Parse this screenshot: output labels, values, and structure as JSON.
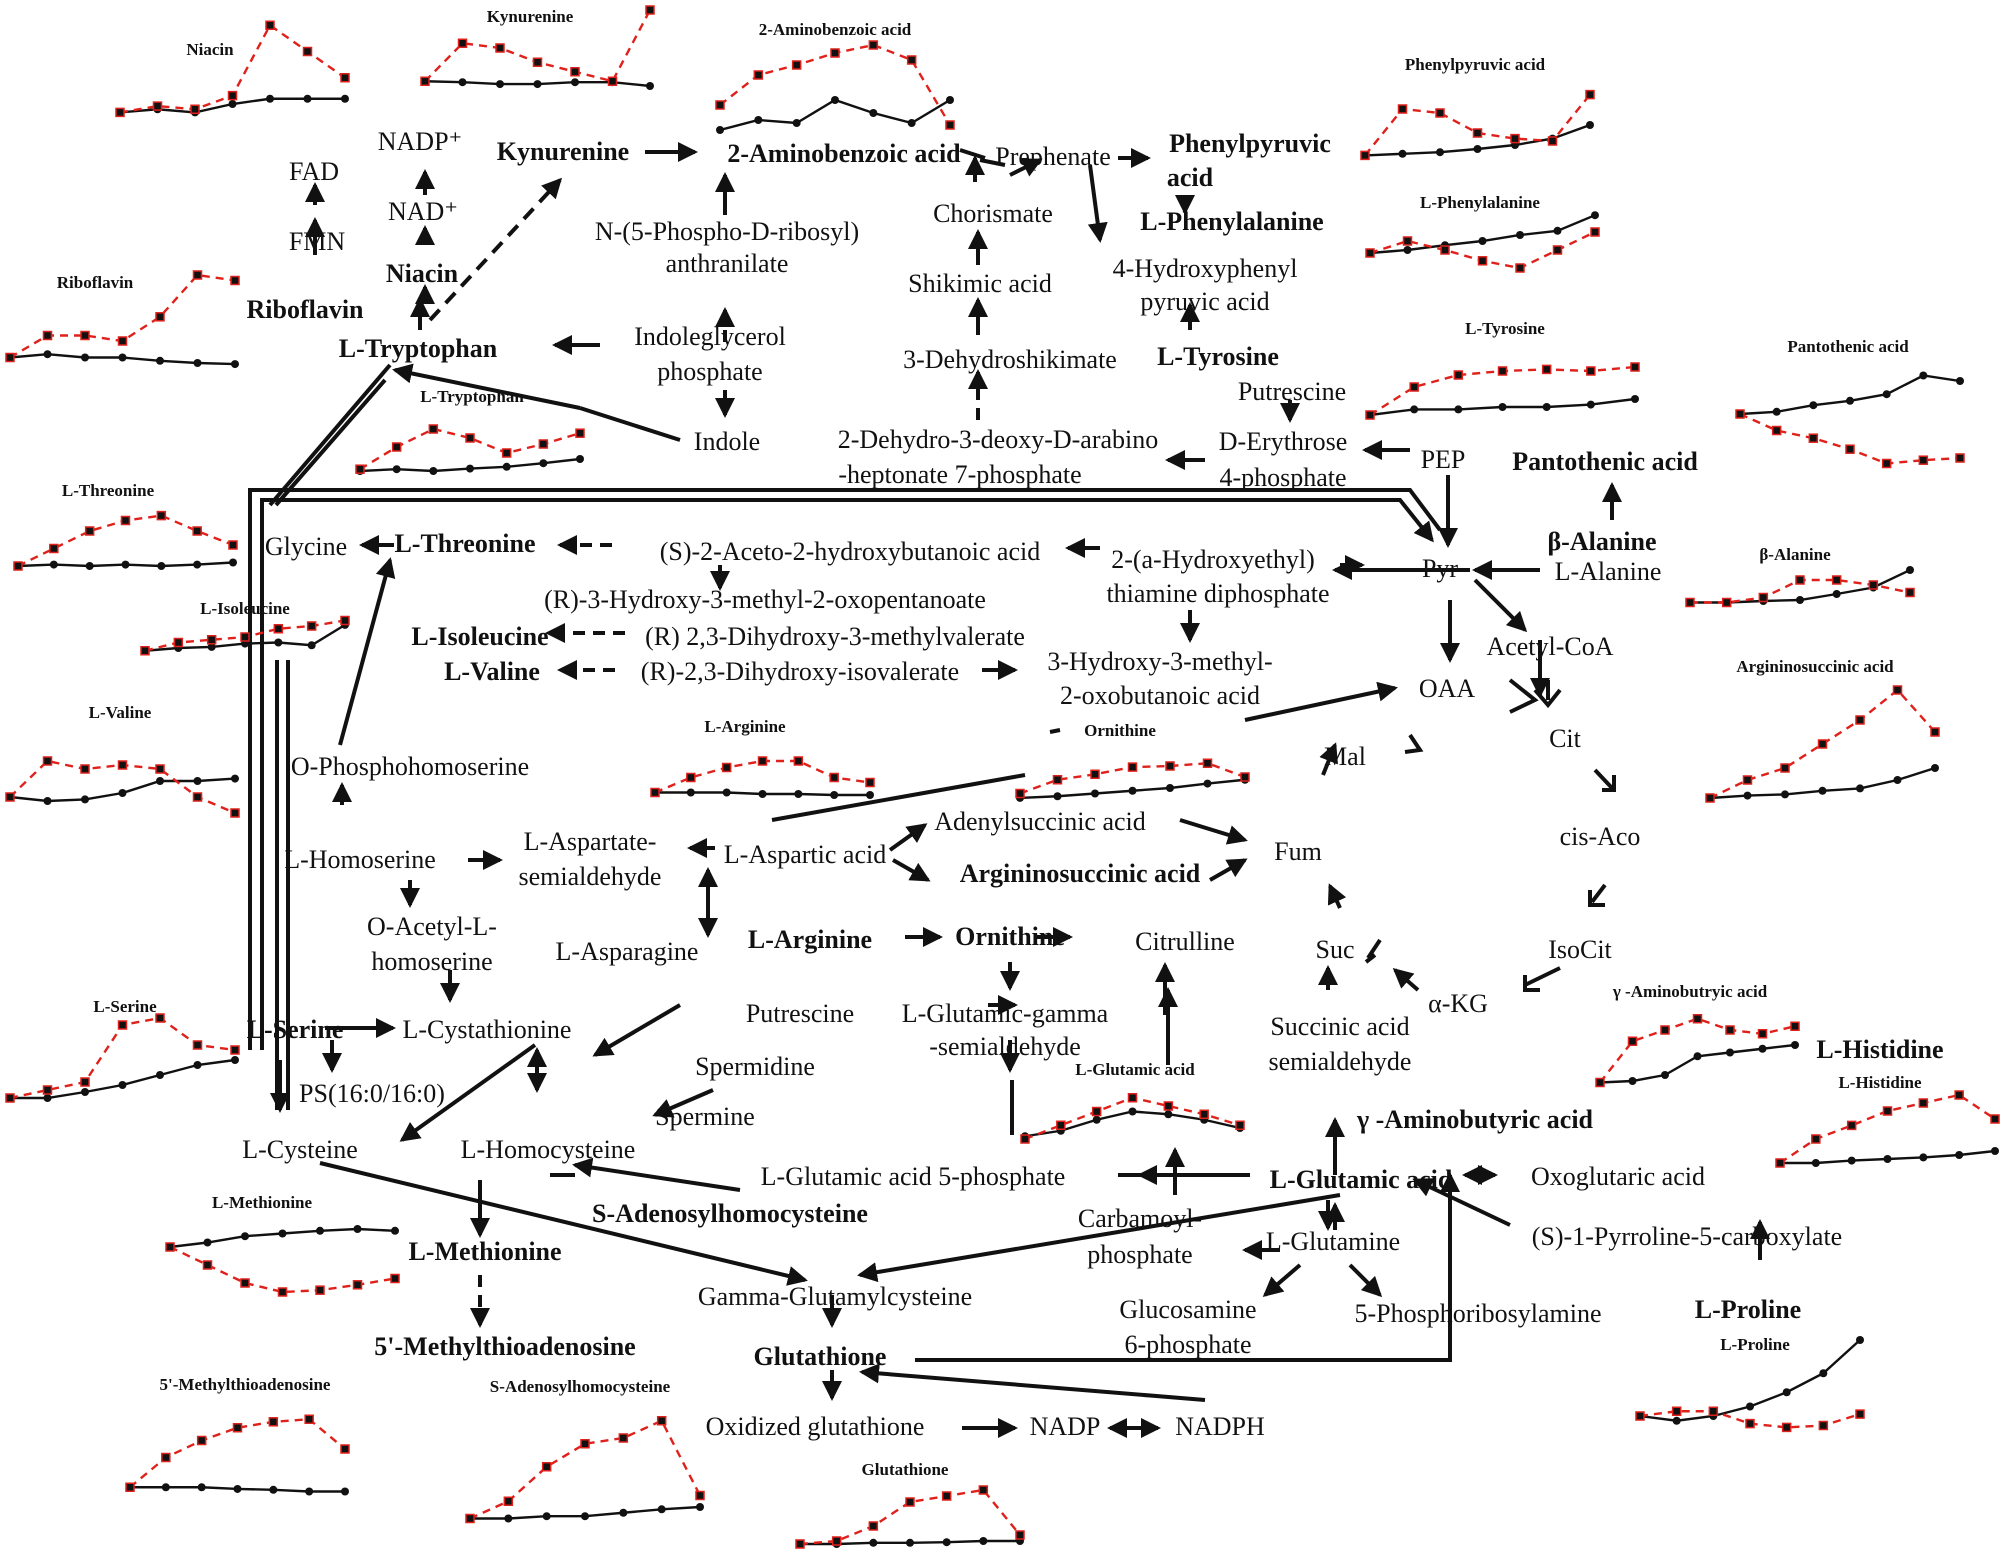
{
  "colors": {
    "control": "#111111",
    "treatment": "#e0201a",
    "background": "#ffffff"
  },
  "nodes": {
    "nadp_plus": "NADP⁺",
    "fad": "FAD",
    "nad_plus": "NAD⁺",
    "fmn": "FMN",
    "niacin": "Niacin",
    "riboflavin": "Riboflavin",
    "l_tryptophan": "L-Tryptophan",
    "kynurenine": "Kynurenine",
    "aminobenzoic": "2-Aminobenzoic acid",
    "prs_anthranilate_1": "N-(5-Phospho-D-ribosyl)",
    "prs_anthranilate_2": "anthranilate",
    "indoleglycerol_1": "Indoleglycerol",
    "indoleglycerol_2": "phosphate",
    "indole": "Indole",
    "prephenate": "Prephenate",
    "chorismate": "Chorismate",
    "shikimic": "Shikimic acid",
    "dehydroshikimate": "3-Dehydroshikimate",
    "dahp_1": "2-Dehydro-3-deoxy-D-arabino",
    "dahp_2": "-heptonate 7-phosphate",
    "phenylpyruvic_1": "Phenylpyruvic",
    "phenylpyruvic_2": "acid",
    "l_phenylalanine": "L-Phenylalanine",
    "hpp_1": "4-Hydroxyphenyl",
    "hpp_2": "pyruvic acid",
    "l_tyrosine": "L-Tyrosine",
    "putrescine_top": "Putrescine",
    "erythrose_1": "D-Erythrose",
    "erythrose_2": "4-phosphate",
    "pep": "PEP",
    "pantothenic": "Pantothenic acid",
    "beta_alanine": "β-Alanine",
    "l_alanine": "L-Alanine",
    "pyr": "Pyr",
    "acetyl_coa": "Acetyl-CoA",
    "oaa": "OAA",
    "cit": "Cit",
    "cis_aco": "cis-Aco",
    "isocit": "IsoCit",
    "akg": "α-KG",
    "mal": "Mal",
    "fum": "Fum",
    "suc": "Suc",
    "ssa_1": "Succinic acid",
    "ssa_2": "semialdehyde",
    "gaba": "γ -Aminobutyric acid",
    "glycine": "Glycine",
    "l_threonine": "L-Threonine",
    "acetohydroxybutanoate": "(S)-2-Aceto-2-hydroxybutanoic acid",
    "hethdp_1": "2-(a-Hydroxyethyl)",
    "hethdp_2": "thiamine diphosphate",
    "r3h3m": "(R)-3-Hydroxy-3-methyl-2-oxopentanoate",
    "l_isoleucine": "L-Isoleucine",
    "dihydroxymethylvalerate": "(R) 2,3-Dihydroxy-3-methylvalerate",
    "l_valine": "L-Valine",
    "dihydroxyisovalerate": "(R)-2,3-Dihydroxy-isovalerate",
    "h3m_1": "3-Hydroxy-3-methyl-",
    "h3m_2": "2-oxobutanoic acid",
    "o_phosphohomoserine": "O-Phosphohomoserine",
    "l_homoserine": "L-Homoserine",
    "asa_1": "L-Aspartate-",
    "asa_2": "semialdehyde",
    "l_aspartic": "L-Aspartic acid",
    "adenylsuccinic": "Adenylsuccinic acid",
    "argininosuccinic": "Argininosuccinic acid",
    "o_acetyl_1": "O-Acetyl-L-",
    "o_acetyl_2": "homoserine",
    "l_asparagine": "L-Asparagine",
    "l_arginine": "L-Arginine",
    "ornithine": "Ornithine",
    "citrulline": "Citrulline",
    "putrescine_mid": "Putrescine",
    "glu_semi_1": "L-Glutamic-gamma",
    "glu_semi_2": "-semialdehyde",
    "spermidine": "Spermidine",
    "spermine": "Spermine",
    "l_serine": "L-Serine",
    "l_cystathionine": "L-Cystathionine",
    "ps": "PS(16:0/16:0)",
    "l_cysteine": "L-Cysteine",
    "l_homocysteine": "L-Homocysteine",
    "glu5p": "L-Glutamic acid 5-phosphate",
    "l_glutamic": "L-Glutamic acid",
    "oxoglutaric": "Oxoglutaric acid",
    "carbamoyl_1": "Carbamoyl-",
    "carbamoyl_2": "phosphate",
    "l_glutamine": "L-Glutamine",
    "p5c": "(S)-1-Pyrroline-5-carboxylate",
    "sah": "S-Adenosylhomocysteine",
    "l_methionine": "L-Methionine",
    "mta": "5'-Methylthioadenosine",
    "ggc": "Gamma-Glutamylcysteine",
    "glucosamine_1": "Glucosamine",
    "glucosamine_2": "6-phosphate",
    "pra": "5-Phosphoribosylamine",
    "l_proline": "L-Proline",
    "l_histidine": "L-Histidine",
    "glutathione": "Glutathione",
    "oxidized_glutathione": "Oxidized glutathione",
    "nadp": "NADP",
    "nadph": "NADPH"
  },
  "minicharts": [
    {
      "id": "niacin",
      "title": "Niacin",
      "ctrl": [
        0.12,
        0.15,
        0.12,
        0.2,
        0.25,
        0.25,
        0.25
      ],
      "trt": [
        0.12,
        0.18,
        0.15,
        0.28,
        0.95,
        0.7,
        0.45
      ]
    },
    {
      "id": "kynurenine",
      "title": "Kynurenine",
      "ctrl": [
        0.25,
        0.24,
        0.22,
        0.22,
        0.24,
        0.24,
        0.2
      ],
      "trt": [
        0.25,
        0.65,
        0.6,
        0.45,
        0.35,
        0.25,
        1.0
      ]
    },
    {
      "id": "aminobenzoic",
      "title": "2-Aminobenzoic acid",
      "ctrl": [
        0.15,
        0.25,
        0.22,
        0.45,
        0.32,
        0.22,
        0.45
      ],
      "trt": [
        0.4,
        0.7,
        0.8,
        0.92,
        1.0,
        0.85,
        0.2
      ]
    },
    {
      "id": "phenylpyruvic",
      "title": "Phenylpyruvic acid",
      "ctrl": [
        0.12,
        0.14,
        0.16,
        0.2,
        0.25,
        0.33,
        0.5
      ],
      "trt": [
        0.12,
        0.7,
        0.65,
        0.4,
        0.33,
        0.3,
        0.88
      ]
    },
    {
      "id": "l_phenylalanine",
      "title": "L-Phenylalanine",
      "ctrl": [
        0.25,
        0.3,
        0.38,
        0.45,
        0.55,
        0.62,
        0.88
      ],
      "trt": [
        0.25,
        0.45,
        0.3,
        0.12,
        0.0,
        0.3,
        0.6
      ]
    },
    {
      "id": "riboflavin",
      "title": "Riboflavin",
      "ctrl": [
        0.25,
        0.28,
        0.25,
        0.25,
        0.22,
        0.2,
        0.19
      ],
      "trt": [
        0.25,
        0.45,
        0.45,
        0.4,
        0.62,
        1.0,
        0.95
      ]
    },
    {
      "id": "l_tryptophan",
      "title": "L-Tryptophan",
      "ctrl": [
        0.15,
        0.18,
        0.15,
        0.19,
        0.22,
        0.28,
        0.35
      ],
      "trt": [
        0.18,
        0.55,
        0.85,
        0.7,
        0.45,
        0.6,
        0.78
      ]
    },
    {
      "id": "l_tyrosine",
      "title": "L-Tyrosine",
      "ctrl": [
        0.25,
        0.32,
        0.32,
        0.35,
        0.35,
        0.38,
        0.45
      ],
      "trt": [
        0.25,
        0.6,
        0.75,
        0.8,
        0.82,
        0.8,
        0.85
      ]
    },
    {
      "id": "pantothenic",
      "title": "Pantothenic acid",
      "ctrl": [
        0.6,
        0.62,
        0.68,
        0.72,
        0.78,
        0.95,
        0.9
      ],
      "trt": [
        0.6,
        0.45,
        0.38,
        0.28,
        0.15,
        0.18,
        0.2
      ]
    },
    {
      "id": "l_threonine",
      "title": "L-Threonine",
      "ctrl": [
        0.2,
        0.22,
        0.2,
        0.22,
        0.2,
        0.22,
        0.25
      ],
      "trt": [
        0.2,
        0.45,
        0.7,
        0.85,
        0.92,
        0.7,
        0.5
      ]
    },
    {
      "id": "beta_alanine",
      "title": "β-Alanine",
      "ctrl": [
        0.25,
        0.25,
        0.28,
        0.3,
        0.42,
        0.55,
        0.9
      ],
      "trt": [
        0.25,
        0.25,
        0.35,
        0.7,
        0.7,
        0.6,
        0.45
      ]
    },
    {
      "id": "l_isoleucine",
      "title": "L-Isoleucine",
      "ctrl": [
        0.35,
        0.4,
        0.42,
        0.48,
        0.5,
        0.45,
        0.82
      ],
      "trt": [
        0.35,
        0.5,
        0.55,
        0.6,
        0.75,
        0.8,
        0.9
      ]
    },
    {
      "id": "argininosuccinic",
      "title": "Argininosuccinic acid",
      "ctrl": [
        0.1,
        0.12,
        0.13,
        0.16,
        0.18,
        0.25,
        0.35
      ],
      "trt": [
        0.1,
        0.25,
        0.35,
        0.55,
        0.75,
        1.0,
        0.65
      ]
    },
    {
      "id": "l_valine",
      "title": "L-Valine",
      "ctrl": [
        0.35,
        0.3,
        0.32,
        0.4,
        0.55,
        0.55,
        0.58
      ],
      "trt": [
        0.35,
        0.8,
        0.7,
        0.75,
        0.7,
        0.35,
        0.15
      ]
    },
    {
      "id": "l_arginine",
      "title": "L-Arginine",
      "ctrl": [
        0.25,
        0.25,
        0.25,
        0.22,
        0.22,
        0.2,
        0.2
      ],
      "trt": [
        0.25,
        0.55,
        0.75,
        0.88,
        0.88,
        0.55,
        0.45
      ]
    },
    {
      "id": "ornithine",
      "title": "Ornithine",
      "ctrl": [
        0.22,
        0.25,
        0.3,
        0.35,
        0.4,
        0.48,
        0.55
      ],
      "trt": [
        0.3,
        0.55,
        0.65,
        0.78,
        0.8,
        0.85,
        0.6
      ]
    },
    {
      "id": "l_serine",
      "title": "L-Serine",
      "ctrl": [
        0.12,
        0.12,
        0.18,
        0.25,
        0.35,
        0.45,
        0.5
      ],
      "trt": [
        0.12,
        0.2,
        0.28,
        0.85,
        0.92,
        0.65,
        0.6
      ]
    },
    {
      "id": "l_glutamic",
      "title": "L-Glutamic acid",
      "ctrl": [
        0.25,
        0.35,
        0.55,
        0.7,
        0.65,
        0.55,
        0.4
      ],
      "trt": [
        0.2,
        0.45,
        0.7,
        0.95,
        0.8,
        0.65,
        0.45
      ]
    },
    {
      "id": "gaba",
      "title": "γ -Aminobutryic acid",
      "ctrl": [
        0.1,
        0.12,
        0.2,
        0.45,
        0.5,
        0.55,
        0.6
      ],
      "trt": [
        0.1,
        0.65,
        0.8,
        0.95,
        0.8,
        0.75,
        0.85
      ]
    },
    {
      "id": "l_histidine",
      "title": "L-Histidine",
      "ctrl": [
        0.15,
        0.15,
        0.18,
        0.2,
        0.22,
        0.25,
        0.3
      ],
      "trt": [
        0.15,
        0.45,
        0.62,
        0.8,
        0.9,
        1.0,
        0.7
      ]
    },
    {
      "id": "l_methionine",
      "title": "L-Methionine",
      "ctrl": [
        0.7,
        0.75,
        0.82,
        0.85,
        0.88,
        0.9,
        0.88
      ],
      "trt": [
        0.7,
        0.5,
        0.3,
        0.2,
        0.22,
        0.28,
        0.35
      ]
    },
    {
      "id": "mta",
      "title": "5'-Methylthioadenosine",
      "ctrl": [
        0.15,
        0.15,
        0.15,
        0.13,
        0.12,
        0.1,
        0.1
      ],
      "trt": [
        0.15,
        0.5,
        0.7,
        0.85,
        0.92,
        0.95,
        0.6
      ]
    },
    {
      "id": "sah",
      "title": "S-Adenosylhomocysteine",
      "ctrl": [
        0.1,
        0.1,
        0.12,
        0.12,
        0.15,
        0.18,
        0.2
      ],
      "trt": [
        0.1,
        0.25,
        0.55,
        0.75,
        0.8,
        0.95,
        0.3
      ]
    },
    {
      "id": "glutathione",
      "title": "Glutathione",
      "ctrl": [
        0.1,
        0.1,
        0.12,
        0.12,
        0.13,
        0.15,
        0.15
      ],
      "trt": [
        0.1,
        0.15,
        0.4,
        0.8,
        0.9,
        1.0,
        0.25
      ]
    },
    {
      "id": "l_proline",
      "title": "L-Proline",
      "ctrl": [
        0.2,
        0.15,
        0.2,
        0.3,
        0.45,
        0.65,
        1.0
      ],
      "trt": [
        0.2,
        0.25,
        0.25,
        0.12,
        0.08,
        0.1,
        0.22
      ]
    }
  ]
}
